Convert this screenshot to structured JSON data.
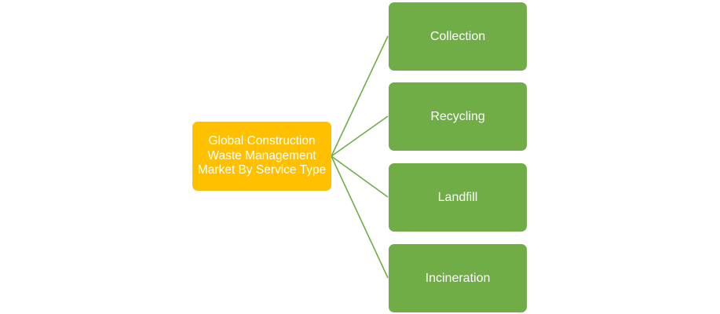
{
  "diagram": {
    "type": "tree",
    "root": {
      "label": "Global Construction Waste Management Market By Service Type",
      "color": "#ffc000"
    },
    "children": [
      {
        "label": "Collection",
        "color": "#70ad47"
      },
      {
        "label": "Recycling",
        "color": "#70ad47"
      },
      {
        "label": "Landfill",
        "color": "#70ad47"
      },
      {
        "label": "Incineration",
        "color": "#70ad47"
      }
    ],
    "connector_color": "#70ad47"
  }
}
